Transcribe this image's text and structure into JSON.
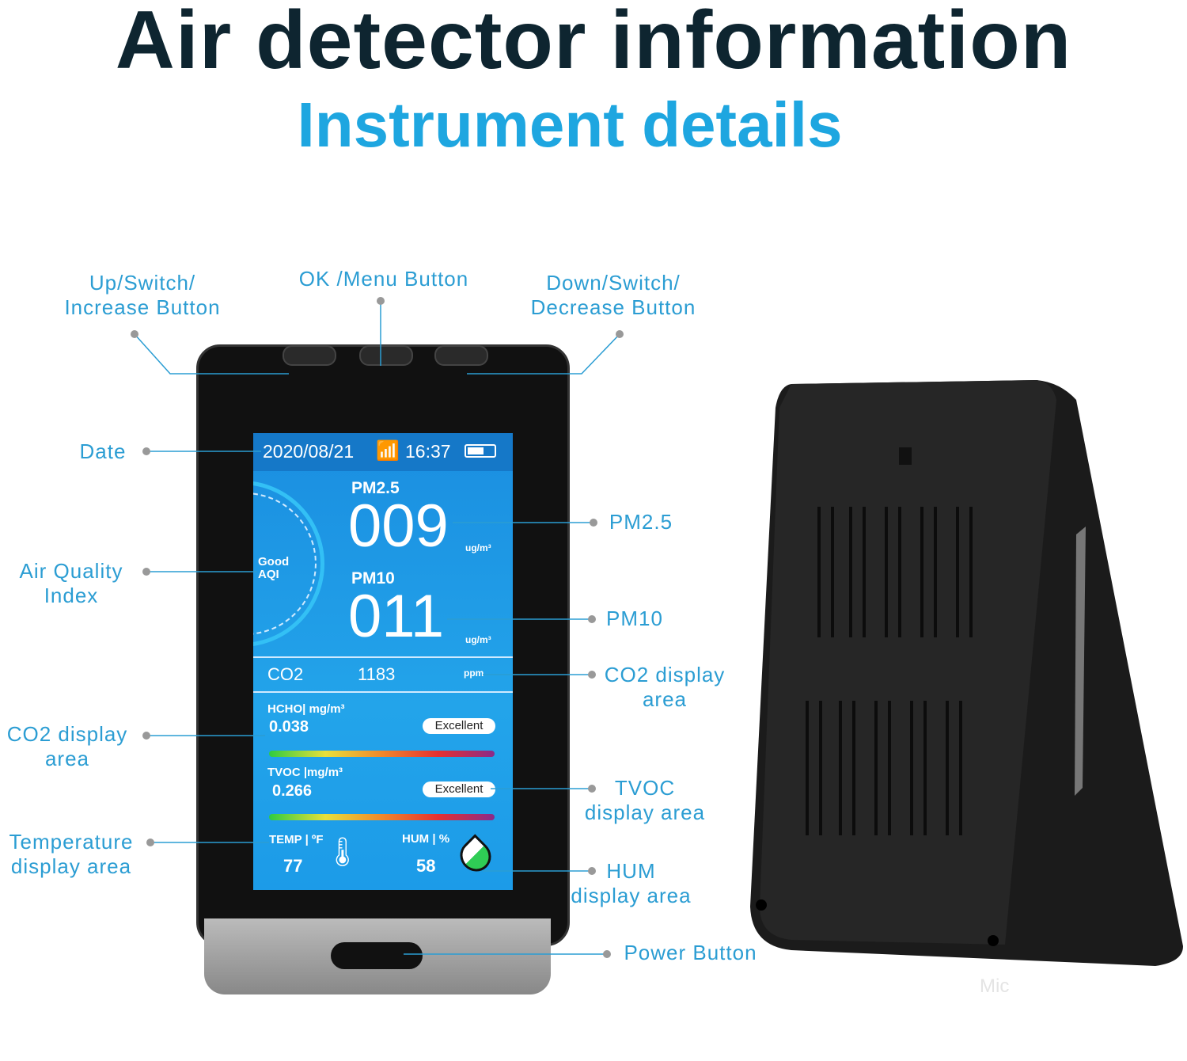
{
  "title": "Air detector information",
  "subtitle": "Instrument details",
  "labels": {
    "up": "Up/Switch/\nIncrease Button",
    "ok": "OK /Menu Button",
    "down": "Down/Switch/\nDecrease Button",
    "date": "Date",
    "aqi": "Air Quality\nIndex",
    "co2_left": "CO2 display\narea",
    "temp": "Temperature\ndisplay area",
    "pm25": "PM2.5",
    "pm10": "PM10",
    "co2_right": "CO2 display\narea",
    "tvoc": "TVOC\ndisplay area",
    "hum": "HUM\ndisplay area",
    "power": "Power Button"
  },
  "screen": {
    "date": "2020/08/21",
    "time": "16:37",
    "aqi_label": "Good\nAQI",
    "pm25_label": "PM2.5",
    "pm25_value": "009",
    "pm25_unit": "ug/m³",
    "pm10_label": "PM10",
    "pm10_value": "011",
    "pm10_unit": "ug/m³",
    "co2_label": "CO2",
    "co2_value": "1183",
    "co2_unit": "ppm",
    "hcho_label": "HCHO| mg/m³",
    "hcho_value": "0.038",
    "hcho_status": "Excellent",
    "tvoc_label": "TVOC |mg/m³",
    "tvoc_value": "0.266",
    "tvoc_status": "Excellent",
    "temp_label": "TEMP | ºF",
    "temp_value": "77",
    "hum_label": "HUM | %",
    "hum_value": "58"
  },
  "watermark": "Mic",
  "colors": {
    "label": "#2b9dd3",
    "title": "#0e2530",
    "subtitle": "#1ea6e0",
    "screen": "#1e9be6"
  }
}
